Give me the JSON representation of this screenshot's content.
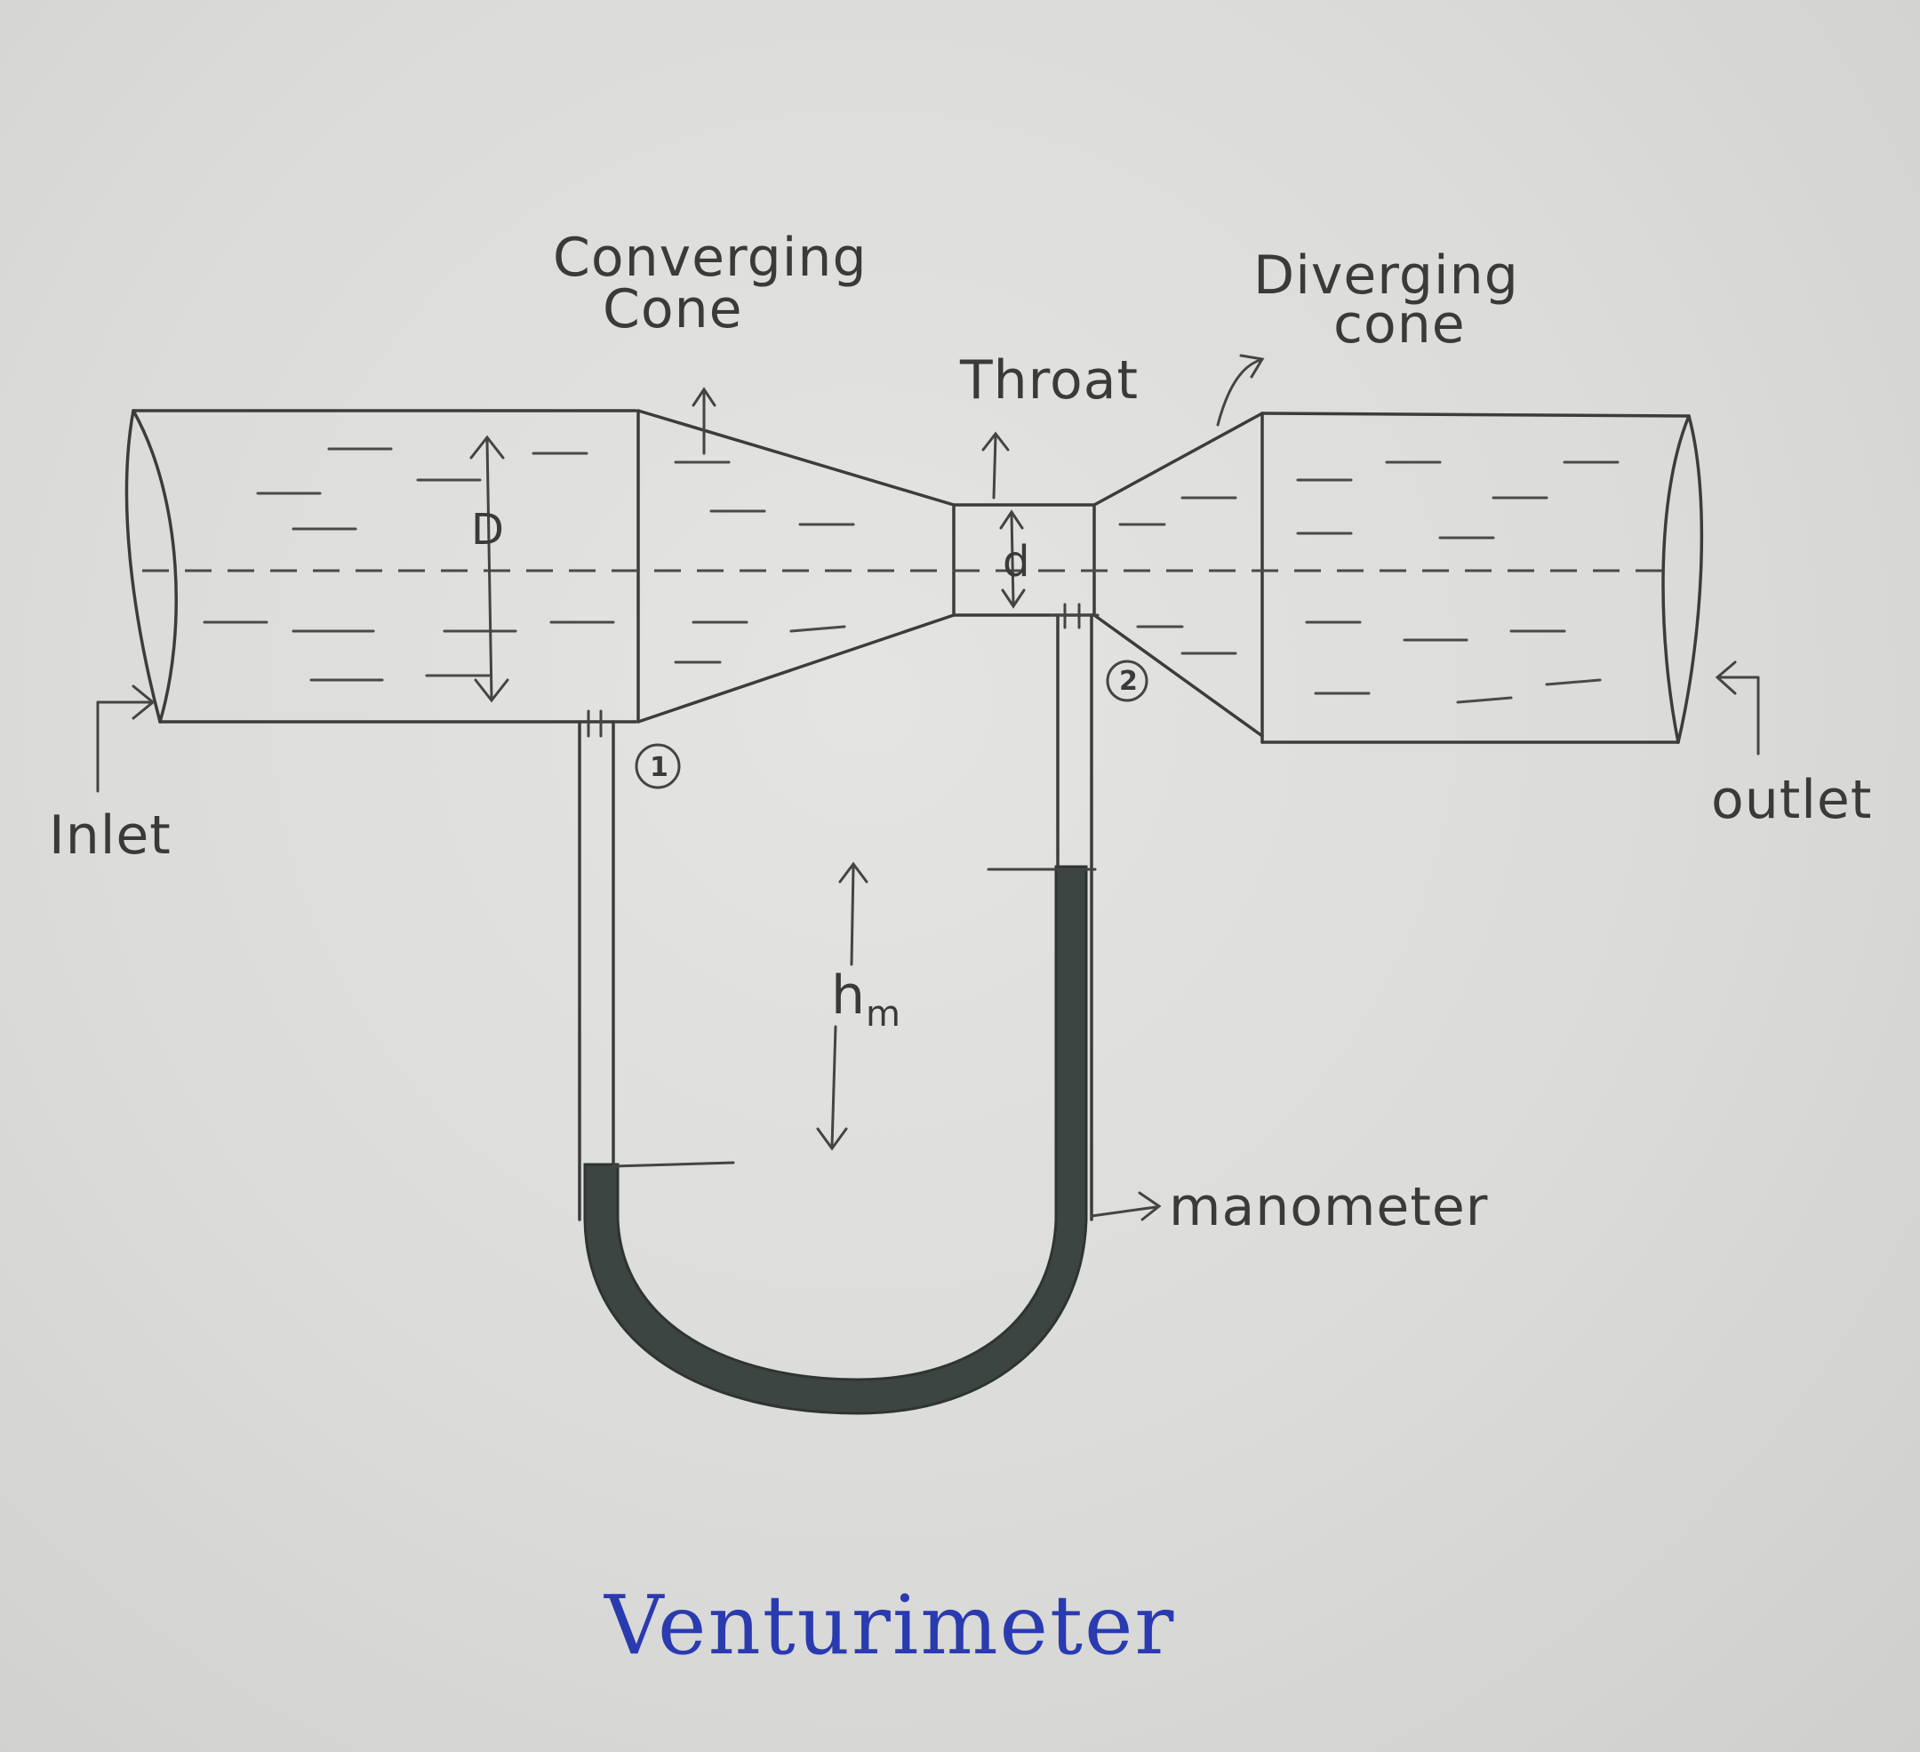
{
  "labels": {
    "converging_line1": "Converging",
    "converging_line2": "Cone",
    "diverging_line1": "Diverging",
    "diverging_line2": "cone",
    "throat": "Throat",
    "inlet": "Inlet",
    "outlet": "outlet",
    "manometer": "manometer",
    "head": "h",
    "head_sub": "m",
    "diameter_inlet": "D",
    "diameter_throat": "d",
    "section_1": "1",
    "section_2": "2"
  },
  "title": "Venturimeter",
  "colors": {
    "pencil": "#3c3c3c",
    "title_ink": "#2a3bb0",
    "manometer_fluid": "#3d4542",
    "paper": "#e0e0de"
  }
}
